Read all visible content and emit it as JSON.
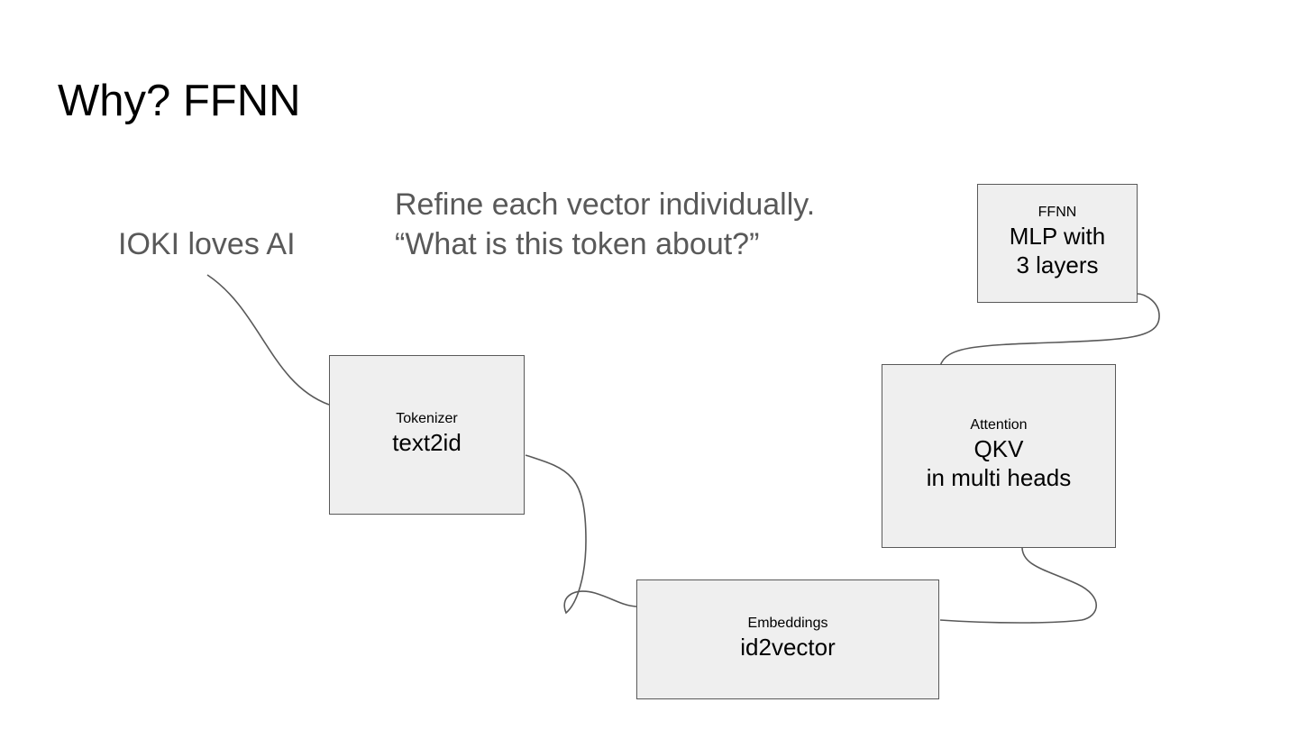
{
  "slide": {
    "title": "Why? FFNN",
    "input_text": "IOKI loves AI",
    "caption": {
      "line1": "Refine each vector individually.",
      "line2": "“What is this token about?”"
    }
  },
  "boxes": {
    "tokenizer": {
      "label": "Tokenizer",
      "text1": "text2id"
    },
    "embeddings": {
      "label": "Embeddings",
      "text1": "id2vector"
    },
    "attention": {
      "label": "Attention",
      "text1": "QKV",
      "text2": "in multi heads"
    },
    "ffnn": {
      "label": "FFNN",
      "text1": "MLP with",
      "text2": "3 layers"
    }
  },
  "colors": {
    "box_fill": "#efefef",
    "box_border": "#595959",
    "secondary_text": "#595959"
  }
}
